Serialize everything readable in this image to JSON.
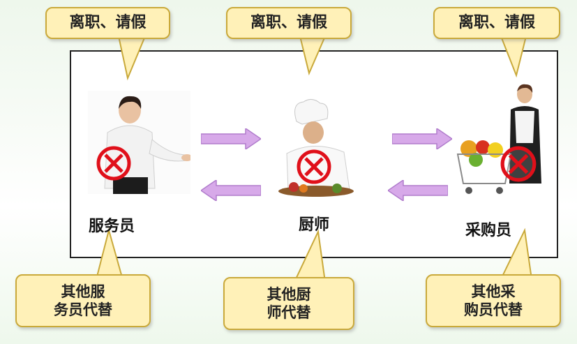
{
  "top_callouts": [
    "离职、请假",
    "离职、请假",
    "离职、请假"
  ],
  "roles": [
    "服务员",
    "厨师",
    "采购员"
  ],
  "bottom_callouts": [
    "其他服\n务员代替",
    "其他厨\n师代替",
    "其他采\n购员代替"
  ],
  "colors": {
    "callout_fill": "#fff1b8",
    "callout_border": "#c9a93a",
    "arrow": "#d7a9e9",
    "prohibit": "#e0101a"
  },
  "icons": [
    "prohibited-icon",
    "arrow-right-icon",
    "arrow-left-icon"
  ]
}
